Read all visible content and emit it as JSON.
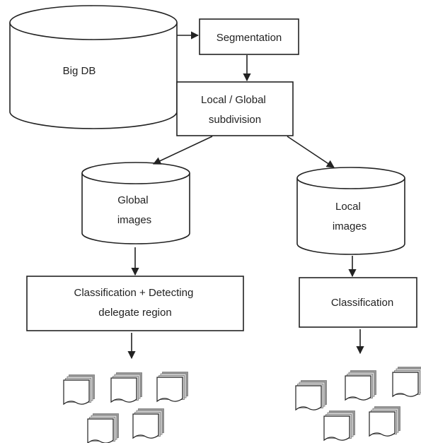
{
  "nodes": {
    "big_db": "Big DB",
    "segmentation": "Segmentation",
    "subdivision": [
      "Local / Global",
      "subdivision"
    ],
    "global_images": [
      "Global",
      "images"
    ],
    "local_images": [
      "Local",
      "images"
    ],
    "classification_detecting": [
      "Classification + Detecting",
      "delegate region"
    ],
    "classification": "Classification"
  },
  "outputs": {
    "global_image_count": 5,
    "local_image_count": 5
  },
  "colors": {
    "stroke": "#222222",
    "background": "#ffffff",
    "shadow": "#9a9a9a"
  }
}
